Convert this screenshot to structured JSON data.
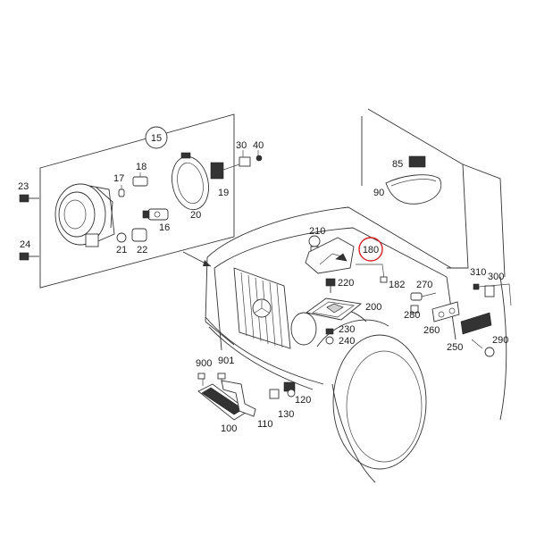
{
  "diagram": {
    "highlight_color": "#d61f26",
    "line_color": "#333333",
    "highlighted_part": "180",
    "labels": {
      "p15": "15",
      "p17": "17",
      "p18": "18",
      "p16": "16",
      "p19": "19",
      "p20": "20",
      "p21": "21",
      "p22": "22",
      "p23": "23",
      "p24": "24",
      "p30": "30",
      "p40": "40",
      "p85": "85",
      "p90": "90",
      "p210": "210",
      "p180": "180",
      "p182": "182",
      "p220": "220",
      "p270": "270",
      "p280": "280",
      "p200": "200",
      "p310": "310",
      "p300": "300",
      "p230": "230",
      "p240": "240",
      "p260": "260",
      "p250": "250",
      "p290": "290",
      "p900": "900",
      "p901": "901",
      "p110": "110",
      "p120": "120",
      "p130": "130",
      "p100": "100"
    }
  }
}
